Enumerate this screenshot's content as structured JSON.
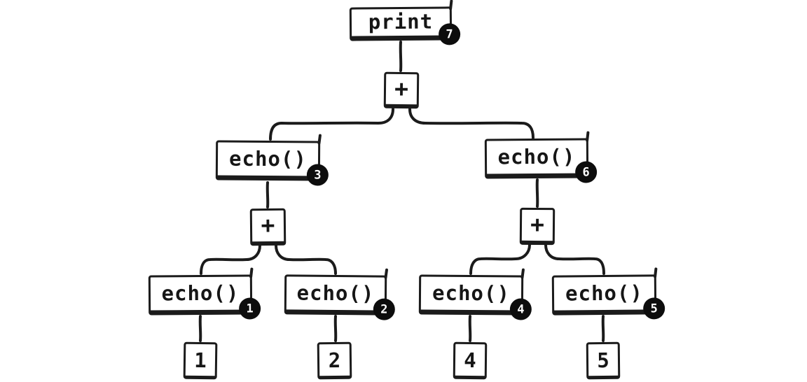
{
  "diagram": {
    "kind": "hand-drawn expression evaluation tree",
    "ink_color": "#1b1b1b",
    "paper_color": "#ffffff",
    "badge_bg_color": "#0d0d0d",
    "badge_text_color": "#ffffff",
    "nodes": {
      "print": {
        "label": "print",
        "badge": "7"
      },
      "plus_root": {
        "label": "+"
      },
      "echo_3": {
        "label": "echo()",
        "badge": "3"
      },
      "echo_6": {
        "label": "echo()",
        "badge": "6"
      },
      "plus_left": {
        "label": "+"
      },
      "plus_right": {
        "label": "+"
      },
      "echo_1": {
        "label": "echo()",
        "badge": "1"
      },
      "echo_2": {
        "label": "echo()",
        "badge": "2"
      },
      "echo_4": {
        "label": "echo()",
        "badge": "4"
      },
      "echo_5": {
        "label": "echo()",
        "badge": "5"
      },
      "leaf_1": {
        "label": "1"
      },
      "leaf_2": {
        "label": "2"
      },
      "leaf_4": {
        "label": "4"
      },
      "leaf_5": {
        "label": "5"
      }
    },
    "edges": [
      [
        "print",
        "plus_root"
      ],
      [
        "plus_root",
        "echo_3"
      ],
      [
        "plus_root",
        "echo_6"
      ],
      [
        "echo_3",
        "plus_left"
      ],
      [
        "plus_left",
        "echo_1"
      ],
      [
        "plus_left",
        "echo_2"
      ],
      [
        "echo_1",
        "leaf_1"
      ],
      [
        "echo_2",
        "leaf_2"
      ],
      [
        "echo_6",
        "plus_right"
      ],
      [
        "plus_right",
        "echo_4"
      ],
      [
        "plus_right",
        "echo_5"
      ],
      [
        "echo_4",
        "leaf_4"
      ],
      [
        "echo_5",
        "leaf_5"
      ]
    ]
  }
}
